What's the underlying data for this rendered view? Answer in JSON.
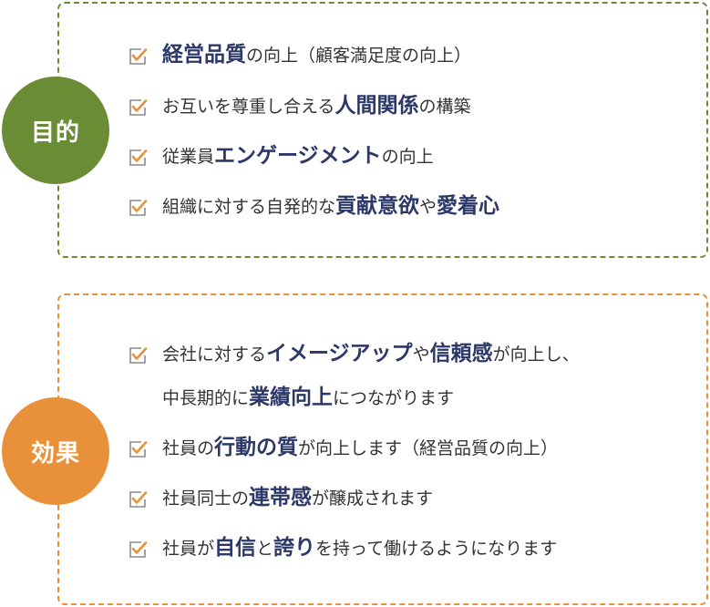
{
  "purpose": {
    "badge_label": "目的",
    "items": [
      [
        {
          "t": "経営品質",
          "b": true
        },
        {
          "t": "の向上（顧客満足度の向上）",
          "b": false
        }
      ],
      [
        {
          "t": "お互いを尊重し合える",
          "b": false
        },
        {
          "t": "人間関係",
          "b": true
        },
        {
          "t": "の構築",
          "b": false
        }
      ],
      [
        {
          "t": "従業員",
          "b": false
        },
        {
          "t": "エンゲージメント",
          "b": true
        },
        {
          "t": "の向上",
          "b": false
        }
      ],
      [
        {
          "t": "組織に対する自発的な",
          "b": false
        },
        {
          "t": "貢献意欲",
          "b": true
        },
        {
          "t": "や",
          "b": false
        },
        {
          "t": "愛着心",
          "b": true
        }
      ]
    ]
  },
  "effect": {
    "badge_label": "効果",
    "item1_line1": [
      {
        "t": "会社に対する",
        "b": false
      },
      {
        "t": "イメージアップ",
        "b": true
      },
      {
        "t": "や",
        "b": false
      },
      {
        "t": "信頼感",
        "b": true
      },
      {
        "t": "が向上し、",
        "b": false
      }
    ],
    "item1_line2": [
      {
        "t": "中長期的に",
        "b": false
      },
      {
        "t": "業績向上",
        "b": true
      },
      {
        "t": "につながります",
        "b": false
      }
    ],
    "items": [
      [
        {
          "t": "社員の",
          "b": false
        },
        {
          "t": "行動の質",
          "b": true
        },
        {
          "t": "が向上します（経営品質の向上）",
          "b": false
        }
      ],
      [
        {
          "t": "社員同士の",
          "b": false
        },
        {
          "t": "連帯感",
          "b": true
        },
        {
          "t": "が醸成されます",
          "b": false
        }
      ],
      [
        {
          "t": "社員が",
          "b": false
        },
        {
          "t": "自信",
          "b": true
        },
        {
          "t": "と",
          "b": false
        },
        {
          "t": "誇り",
          "b": true
        },
        {
          "t": "を持って働けるようになります",
          "b": false
        }
      ]
    ]
  },
  "colors": {
    "purpose_green": "#6a8c35",
    "effect_orange": "#e8913a",
    "emphasis_navy": "#2c3868",
    "check_gray": "#8a8a8a"
  },
  "icons": {
    "checkbox": "checkbox-icon"
  }
}
